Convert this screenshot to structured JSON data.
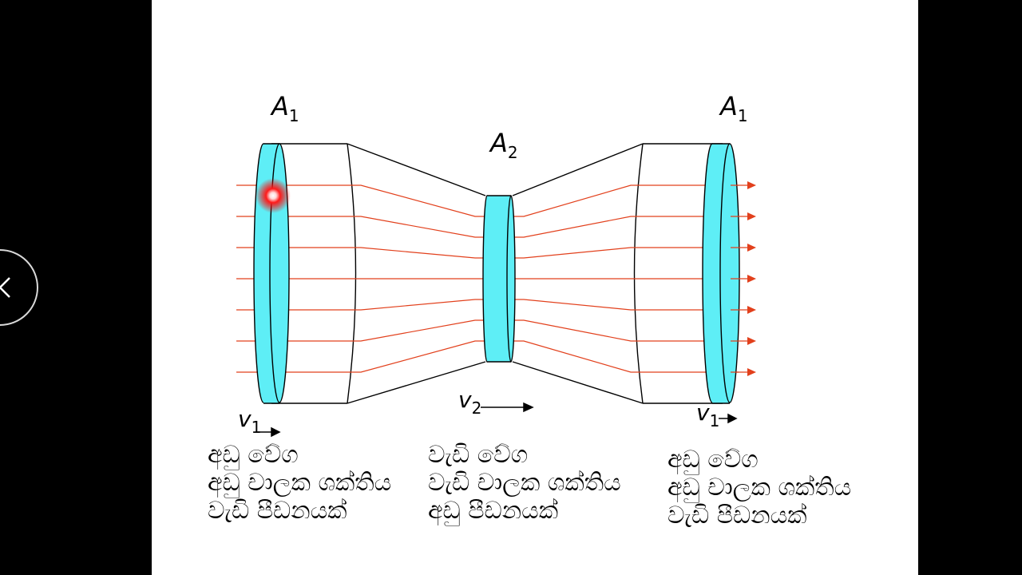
{
  "diagram": {
    "left_area_label": "A",
    "left_area_sub": "1",
    "middle_area_label": "A",
    "middle_area_sub": "2",
    "right_area_label": "A",
    "right_area_sub": "1",
    "left_velocity_label": "v",
    "left_velocity_sub": "1",
    "middle_velocity_label": "v",
    "middle_velocity_sub": "2",
    "right_velocity_label": "v",
    "right_velocity_sub": "1"
  },
  "captions": {
    "left": [
      "අඩු වේග",
      "අඩු චාලක ශක්තිය",
      "වැඩි පීඩනයක්"
    ],
    "middle": [
      "වැඩි වේග",
      "වැඩි චාලක ශක්තිය",
      "අඩු පීඩනයක්"
    ],
    "right": [
      "අඩු වේග",
      "අඩු චාලක ශක්තිය",
      "වැඩි පීඩනයක්"
    ]
  },
  "colors": {
    "disk": "#5eeef6",
    "streamline": "#e2401c",
    "laser": "#ff1a1a"
  },
  "icons": {
    "back": "chevron-left-icon"
  }
}
